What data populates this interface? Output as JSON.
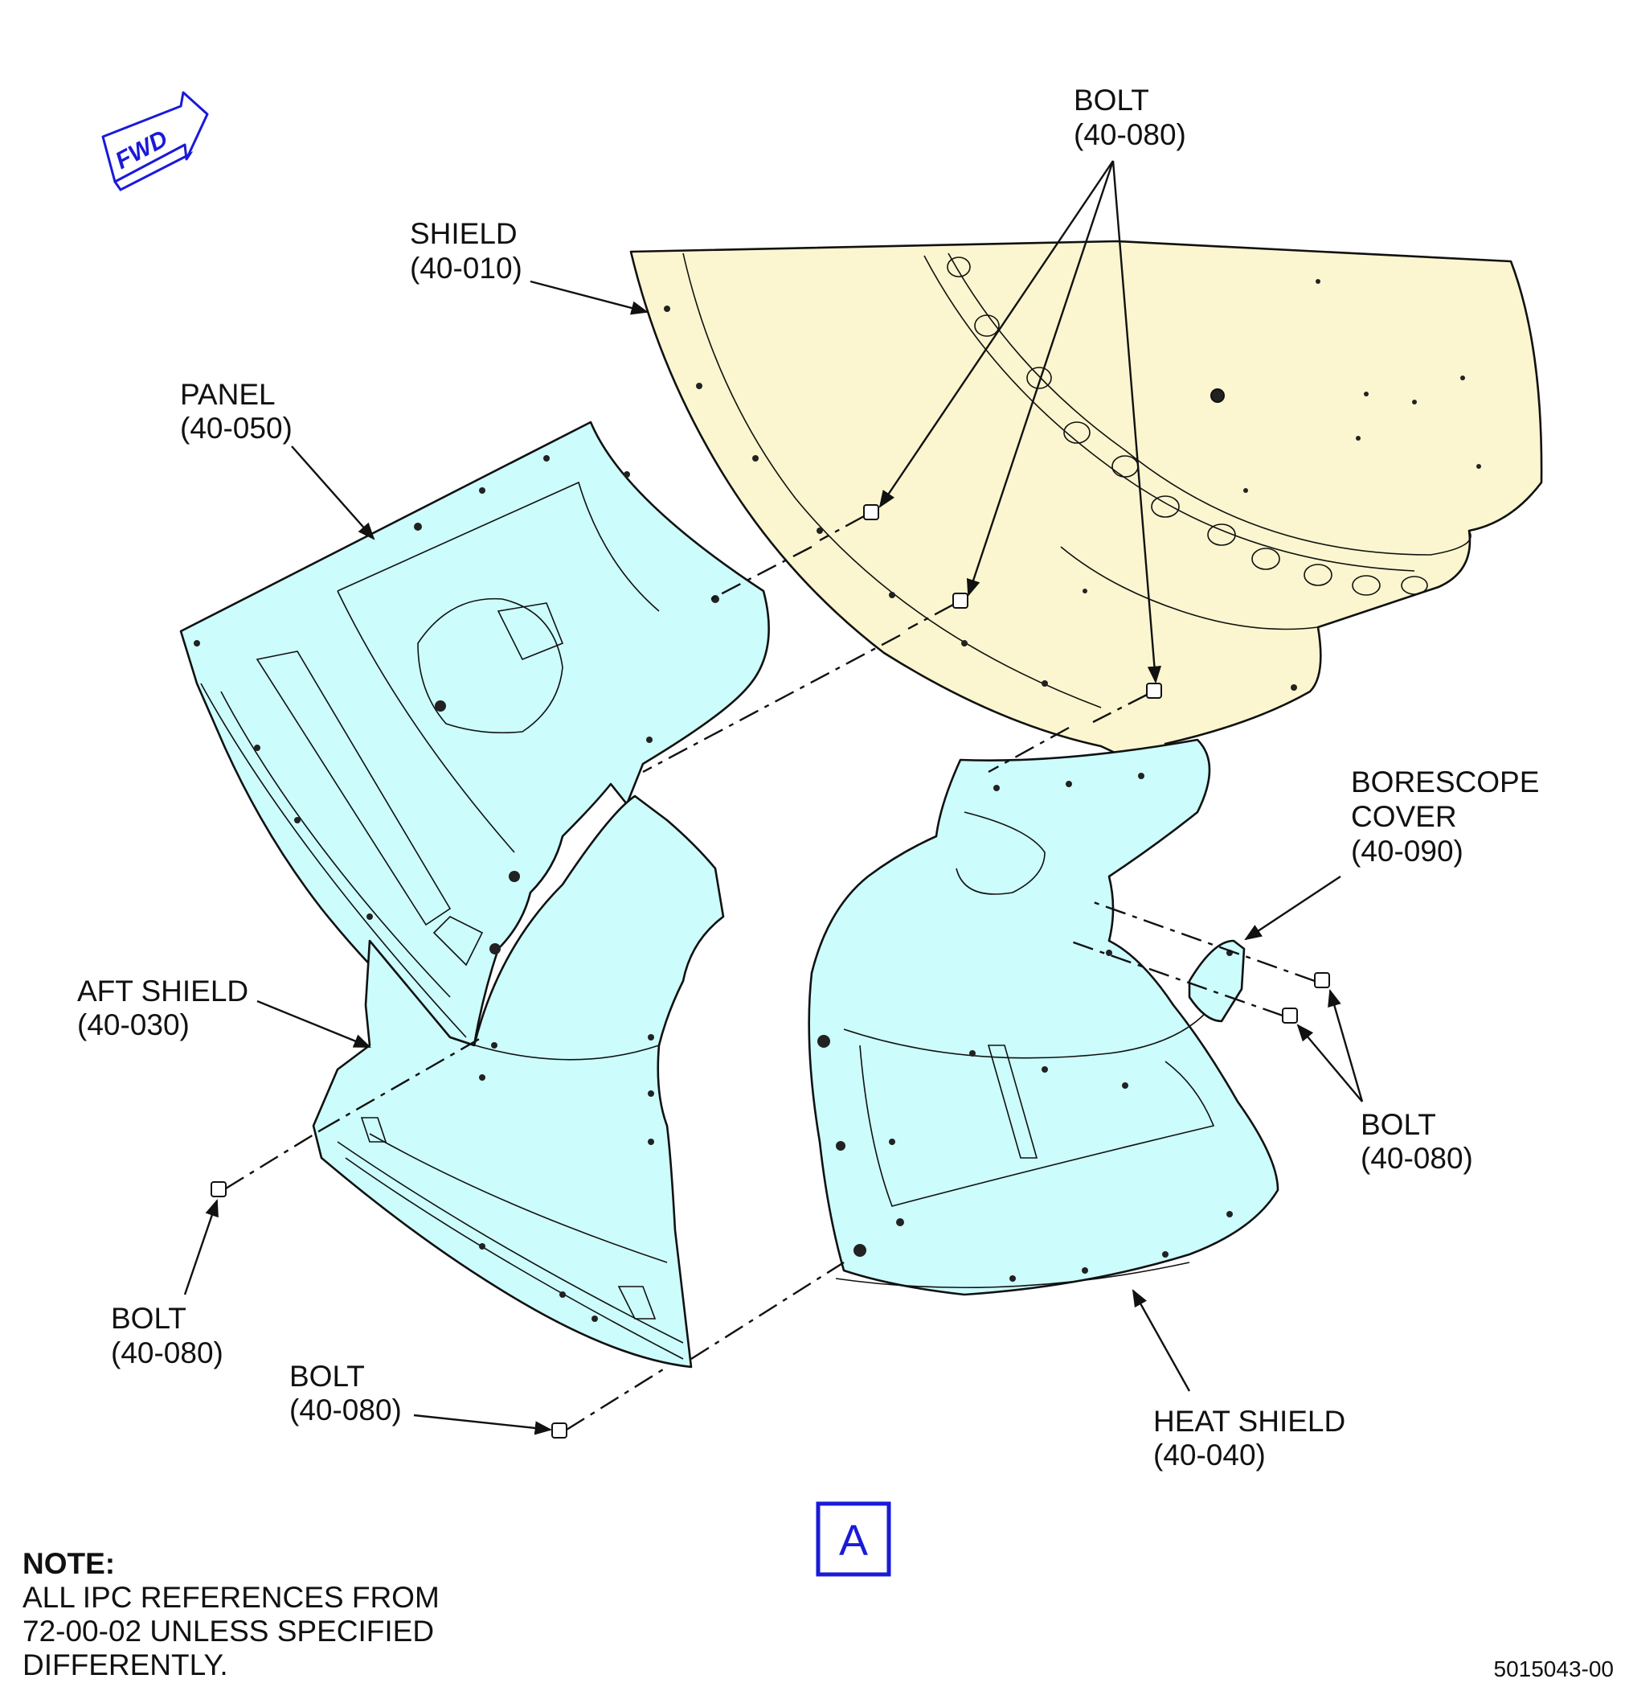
{
  "fwd_label": "FWD",
  "view_label": "A",
  "figure_id": "5015043-00",
  "colors": {
    "shield_fill": "#fbf6cf",
    "panel_fill": "#ccfcfc",
    "accent_blue": "#1a1ad8",
    "line": "#111111"
  },
  "callouts": {
    "bolt_top": {
      "name": "BOLT",
      "ref": "(40-080)"
    },
    "shield": {
      "name": "SHIELD",
      "ref": "(40-010)"
    },
    "panel": {
      "name": "PANEL",
      "ref": "(40-050)"
    },
    "borescope": {
      "line1": "BORESCOPE",
      "line2": "COVER",
      "ref": "(40-090)"
    },
    "aft_shield": {
      "name": "AFT SHIELD",
      "ref": "(40-030)"
    },
    "bolt_right": {
      "name": "BOLT",
      "ref": "(40-080)"
    },
    "bolt_left": {
      "name": "BOLT",
      "ref": "(40-080)"
    },
    "bolt_bottom": {
      "name": "BOLT",
      "ref": "(40-080)"
    },
    "heat_shield": {
      "name": "HEAT SHIELD",
      "ref": "(40-040)"
    }
  },
  "note": {
    "title": "NOTE:",
    "lines": [
      "ALL IPC REFERENCES FROM",
      "72-00-02 UNLESS SPECIFIED",
      "DIFFERENTLY."
    ]
  }
}
